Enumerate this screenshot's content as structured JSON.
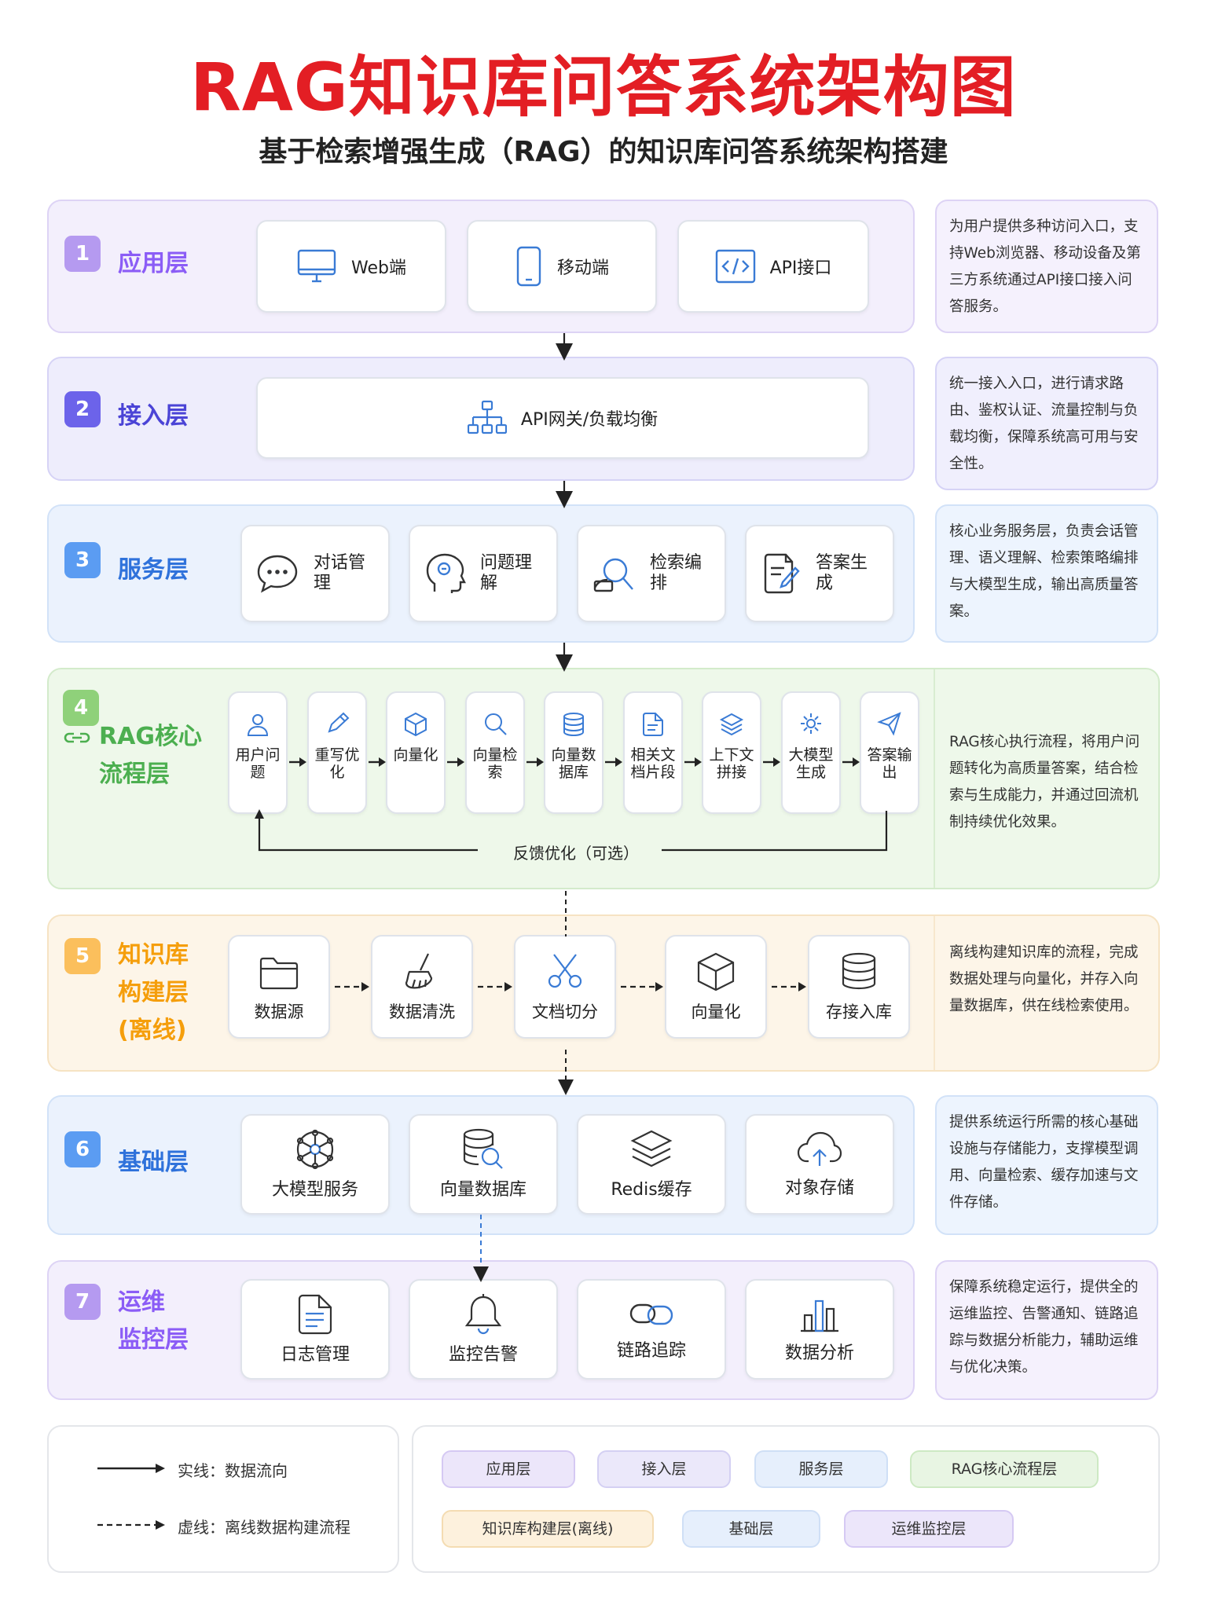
{
  "title": "RAG知识库问答系统架构图",
  "subtitle": "基于检索增强生成（RAG）的知识库问答系统架构搭建",
  "layers": [
    {
      "num": "1",
      "name_lines": [
        "应用层"
      ],
      "color": "#8b5cf6",
      "bg": "#f3effc",
      "border": "#ddd3f5",
      "items": [
        "Web端",
        "移动端",
        "API接口"
      ],
      "desc": "为用户提供多种访问入口，支持Web浏览器、移动设备及第三方系统通过API接口接入问答服务。"
    },
    {
      "num": "2",
      "name_lines": [
        "接入层"
      ],
      "color": "#5b50e6",
      "bg": "#eeedfc",
      "border": "#d6d3f6",
      "items": [
        "API网关/负载均衡"
      ],
      "desc": "统一接入入口，进行请求路由、鉴权认证、流量控制与负载均衡，保障系统高可用与安全性。"
    },
    {
      "num": "3",
      "name_lines": [
        "服务层"
      ],
      "color": "#3b82f6",
      "bg": "#ebf2fd",
      "border": "#d2e2f8",
      "items": [
        "对话管理",
        "问题理解",
        "检索编排",
        "答案生成"
      ],
      "desc": "核心业务服务层，负责会话管理、语义理解、检索策略编排与大模型生成，输出高质量答案。"
    },
    {
      "num": "4",
      "name_lines": [
        "RAG核心",
        "流程层"
      ],
      "color": "#4caf50",
      "bg": "#eef8ea",
      "border": "#d3ebcb",
      "items": [
        "用户问题",
        "重写优化",
        "向量化",
        "向量检索",
        "向量数据库",
        "相关文档片段",
        "上下文拼接",
        "大模型生成",
        "答案输出"
      ],
      "feedback": "反馈优化（可选）",
      "desc": "RAG核心执行流程，将用户问题转化为高质量答案，结合检索与生成能力，并通过回流机制持续优化效果。"
    },
    {
      "num": "5",
      "name_lines": [
        "知识库",
        "构建层",
        "(离线)"
      ],
      "color": "#f59e0b",
      "bg": "#fdf5e8",
      "border": "#f6e3c3",
      "items": [
        "数据源",
        "数据清洗",
        "文档切分",
        "向量化",
        "存接入库"
      ],
      "desc": "离线构建知识库的流程，完成数据处理与向量化，并存入向量数据库，供在线检索使用。"
    },
    {
      "num": "6",
      "name_lines": [
        "基础层"
      ],
      "color": "#3b82f6",
      "bg": "#ebf2fd",
      "border": "#d2e2f8",
      "items": [
        "大模型服务",
        "向量数据库",
        "Redis缓存",
        "对象存储"
      ],
      "desc": "提供系统运行所需的核心基础设施与存储能力，支撑模型调用、向量检索、缓存加速与文件存储。"
    },
    {
      "num": "7",
      "name_lines": [
        "运维",
        "监控层"
      ],
      "color": "#8b5cf6",
      "bg": "#f3effc",
      "border": "#ddd3f5",
      "items": [
        "日志管理",
        "监控告警",
        "链路追踪",
        "数据分析"
      ],
      "desc": "保障系统稳定运行，提供全的运维监控、告警通知、链路追踪与数据分析能力，辅助运维与优化决策。"
    }
  ],
  "legend": {
    "solid": "实线：数据流向",
    "dashed": "虚线：离线数据构建流程",
    "chips": [
      {
        "label": "应用层",
        "bg": "#ece6fa",
        "border": "#d5c9f3"
      },
      {
        "label": "接入层",
        "bg": "#ebe8fa",
        "border": "#d4d0f3"
      },
      {
        "label": "服务层",
        "bg": "#e6effc",
        "border": "#cfdff6"
      },
      {
        "label": "RAG核心流程层",
        "bg": "#e8f5e3",
        "border": "#cde9c3"
      },
      {
        "label": "知识库构建层(离线)",
        "bg": "#fdf1dd",
        "border": "#f4dcb2"
      },
      {
        "label": "基础层",
        "bg": "#e6effc",
        "border": "#cfdff6"
      },
      {
        "label": "运维监控层",
        "bg": "#ece6fa",
        "border": "#d5c9f3"
      }
    ]
  }
}
